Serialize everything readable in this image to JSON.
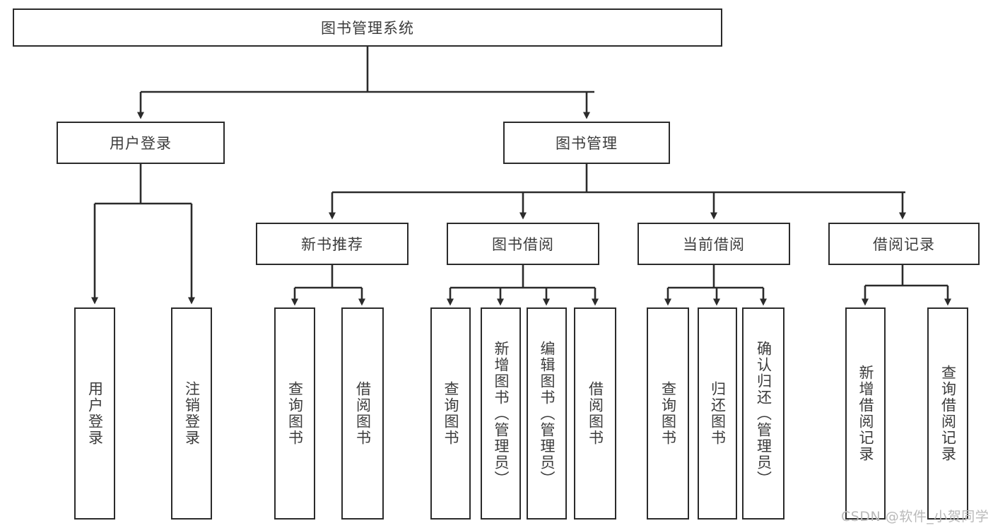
{
  "diagram": {
    "type": "tree-hierarchy-flowchart",
    "title": "图书管理系统",
    "watermark": "CSDN @软件_小贺同学",
    "colors": {
      "box_border": "#2b2b2b",
      "box_fill": "#ffffff",
      "text": "#3c3c3c",
      "connector": "#2b2b2b",
      "watermark": "#b9b9b9",
      "background": "#ffffff"
    },
    "levels": {
      "root": "图书管理系统",
      "level2": [
        "用户登录",
        "图书管理"
      ],
      "level3": [
        "新书推荐",
        "图书借阅",
        "当前借阅",
        "借阅记录"
      ]
    },
    "nodes": {
      "root": {
        "label": "图书管理系统",
        "orientation": "horizontal"
      },
      "user_login": {
        "label": "用户登录",
        "orientation": "horizontal"
      },
      "book_manage": {
        "label": "图书管理",
        "orientation": "horizontal"
      },
      "new_book_rec": {
        "label": "新书推荐",
        "orientation": "horizontal"
      },
      "book_borrow": {
        "label": "图书借阅",
        "orientation": "horizontal"
      },
      "current_borrow": {
        "label": "当前借阅",
        "orientation": "horizontal"
      },
      "borrow_record": {
        "label": "借阅记录",
        "orientation": "horizontal"
      },
      "leaf_user_login": {
        "label": "用户登录",
        "orientation": "vertical"
      },
      "leaf_logout": {
        "label": "注销登录",
        "orientation": "vertical"
      },
      "leaf_query_book_1": {
        "label": "查询图书",
        "orientation": "vertical"
      },
      "leaf_borrow_book_1": {
        "label": "借阅图书",
        "orientation": "vertical"
      },
      "leaf_query_book_2": {
        "label": "查询图书",
        "orientation": "vertical"
      },
      "leaf_add_book": {
        "label": "新增图书（管理员）",
        "orientation": "vertical"
      },
      "leaf_edit_book": {
        "label": "编辑图书（管理员）",
        "orientation": "vertical"
      },
      "leaf_borrow_book_2": {
        "label": "借阅图书",
        "orientation": "vertical"
      },
      "leaf_query_book_3": {
        "label": "查询图书",
        "orientation": "vertical"
      },
      "leaf_return_book": {
        "label": "归还图书",
        "orientation": "vertical"
      },
      "leaf_confirm_return": {
        "label": "确认归还（管理员）",
        "orientation": "vertical"
      },
      "leaf_add_record": {
        "label": "新增借阅记录",
        "orientation": "vertical"
      },
      "leaf_query_record": {
        "label": "查询借阅记录",
        "orientation": "vertical"
      }
    },
    "edges": [
      {
        "from": "图书管理系统",
        "to": "用户登录"
      },
      {
        "from": "图书管理系统",
        "to": "图书管理"
      },
      {
        "from": "用户登录",
        "to": "用户登录"
      },
      {
        "from": "用户登录",
        "to": "注销登录"
      },
      {
        "from": "图书管理",
        "to": "新书推荐"
      },
      {
        "from": "图书管理",
        "to": "图书借阅"
      },
      {
        "from": "图书管理",
        "to": "当前借阅"
      },
      {
        "from": "图书管理",
        "to": "借阅记录"
      },
      {
        "from": "新书推荐",
        "to": "查询图书"
      },
      {
        "from": "新书推荐",
        "to": "借阅图书"
      },
      {
        "from": "图书借阅",
        "to": "查询图书"
      },
      {
        "from": "图书借阅",
        "to": "新增图书（管理员）"
      },
      {
        "from": "图书借阅",
        "to": "编辑图书（管理员）"
      },
      {
        "from": "图书借阅",
        "to": "借阅图书"
      },
      {
        "from": "当前借阅",
        "to": "查询图书"
      },
      {
        "from": "当前借阅",
        "to": "归还图书"
      },
      {
        "from": "当前借阅",
        "to": "确认归还（管理员）"
      },
      {
        "from": "借阅记录",
        "to": "新增借阅记录"
      },
      {
        "from": "借阅记录",
        "to": "查询借阅记录"
      }
    ]
  }
}
